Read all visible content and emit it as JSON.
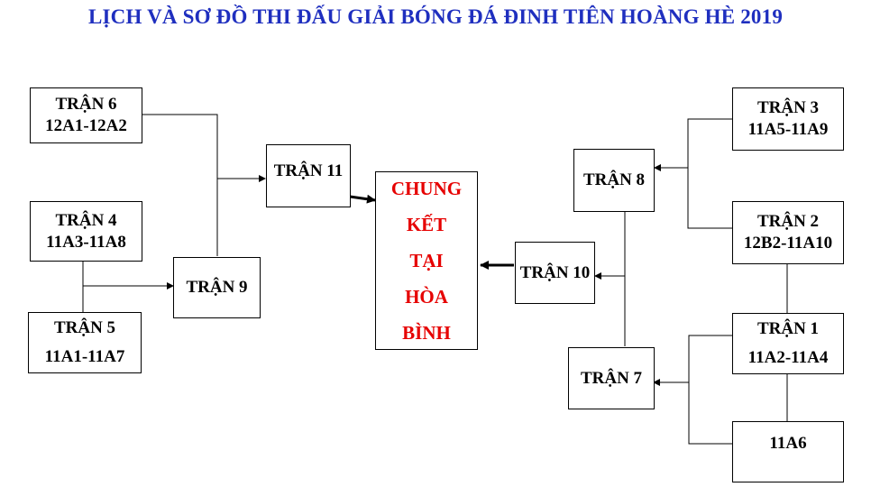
{
  "title": "LỊCH VÀ SƠ ĐỒ THI ĐẤU GIẢI BÓNG ĐÁ ĐINH TIÊN HOÀNG HÈ 2019",
  "matches": {
    "m6": {
      "label": "TRẬN 6",
      "teams": "12A1-12A2"
    },
    "m4": {
      "label": "TRẬN 4",
      "teams": "11A3-11A8"
    },
    "m5": {
      "label": "TRẬN 5",
      "teams": "11A1-11A7"
    },
    "m9": {
      "label": "TRẬN 9"
    },
    "m11": {
      "label": "TRẬN 11"
    },
    "m3": {
      "label": "TRẬN 3",
      "teams": "11A5-11A9"
    },
    "m2": {
      "label": "TRẬN 2",
      "teams": "12B2-11A10"
    },
    "m1": {
      "label": "TRẬN 1",
      "teams": "11A2-11A4"
    },
    "bye": {
      "teams": "11A6"
    },
    "m8": {
      "label": "TRẬN 8"
    },
    "m10": {
      "label": "TRẬN 10"
    },
    "m7": {
      "label": "TRẬN 7"
    }
  },
  "final": {
    "lines": [
      "CHUNG",
      "KẾT",
      "TẠI",
      "HÒA",
      "BÌNH"
    ]
  },
  "colors": {
    "title": "#1f2fbf",
    "final_text": "#e60000",
    "lines": "#000000"
  }
}
